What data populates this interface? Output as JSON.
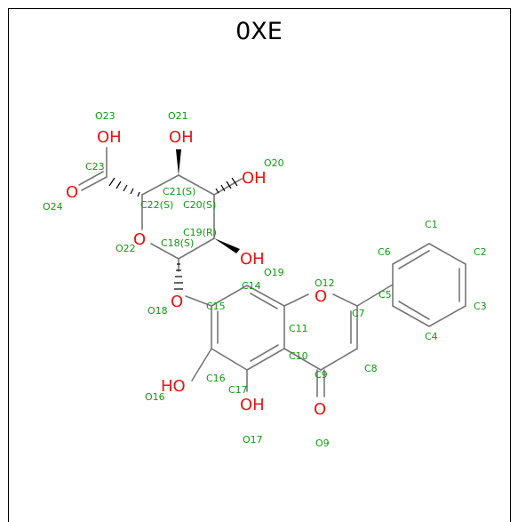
{
  "title": "0XE",
  "colors": {
    "bond": "#777777",
    "oxygen": "#ee1111",
    "atom_id": "#119911"
  },
  "atom_labels": {
    "OH_carboxyl": "OH",
    "OH_21": "OH",
    "OH_20": "OH",
    "OH_19": "OH",
    "O_carbonyl_acid": "O",
    "O_ring_22": "O",
    "O_glyco_18": "O",
    "O_ring_12": "O",
    "HO_16": "HO",
    "OH_17": "OH",
    "O_ketone_9": "O"
  },
  "atom_ids": {
    "O23": "O23",
    "O21": "O21",
    "O20": "O20",
    "C23": "C23",
    "O24": "O24",
    "C21": "C21(S)",
    "C22": "C22(S)",
    "C20": "C20(S)",
    "C19": "C19(R)",
    "C18": "C18(S)",
    "O22": "O22",
    "O19": "O19",
    "C14": "C14",
    "O12": "O12",
    "O18": "O18",
    "C15": "C15",
    "C11": "C11",
    "C7": "C7",
    "C10": "C10",
    "C9": "C9",
    "C8": "C8",
    "C16": "C16",
    "C17": "C17",
    "O16": "O16",
    "O17": "O17",
    "O9": "O9",
    "C1": "C1",
    "C2": "C2",
    "C3": "C3",
    "C4": "C4",
    "C5": "C5",
    "C6": "C6"
  }
}
